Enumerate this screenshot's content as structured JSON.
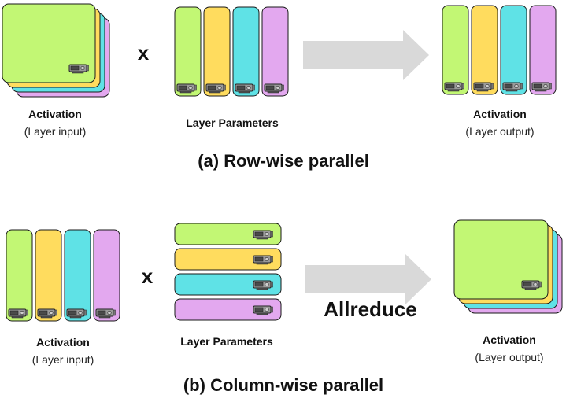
{
  "colors": {
    "green": "#c2f774",
    "yellow": "#ffdc5e",
    "cyan": "#5fe2e6",
    "purple": "#e3a8ef",
    "arrow": "#d9d9d9",
    "outline": "#1a1a1a"
  },
  "icons": {
    "gpu": "gpu-card-icon",
    "arrow": "right-arrow-icon",
    "multiply": "multiply-symbol"
  },
  "row_wise": {
    "multiply_symbol": "x",
    "input_label": "Activation",
    "input_sublabel": "(Layer input)",
    "params_label": "Layer  Parameters",
    "output_label": "Activation",
    "output_sublabel": "(Layer output)",
    "caption": "(a) Row-wise parallel"
  },
  "column_wise": {
    "multiply_symbol": "x",
    "input_label": "Activation",
    "input_sublabel": "(Layer input)",
    "params_label": "Layer  Parameters",
    "arrow_label": "Allreduce",
    "output_label": "Activation",
    "output_sublabel": "(Layer output)",
    "caption": "(b) Column-wise parallel"
  }
}
